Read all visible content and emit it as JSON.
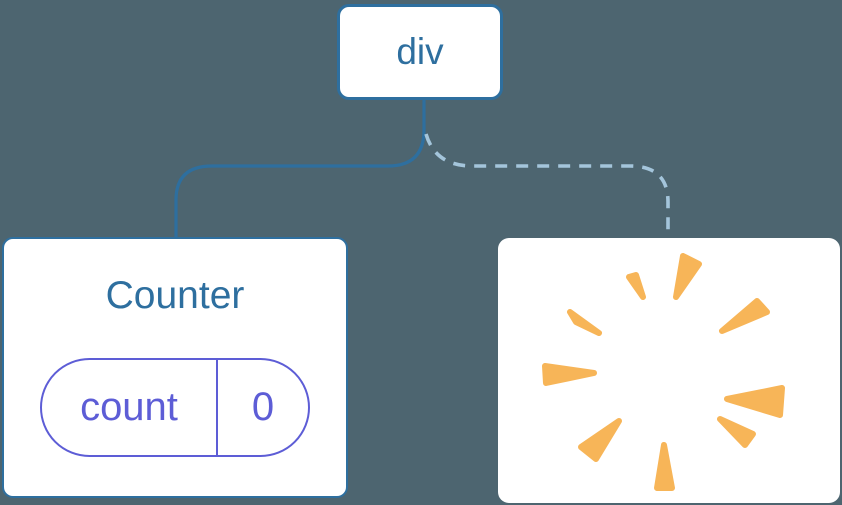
{
  "diagram": {
    "name": "component-tree",
    "background_color": "#4d6570",
    "colors": {
      "node_blue": "#2e6f9f",
      "state_purple": "#5d5dd6",
      "dashed_connector_blue": "#a4c5db",
      "poof_orange": "#f7b558",
      "card_background": "#ffffff"
    },
    "root": {
      "label": "div"
    },
    "children": [
      {
        "kind": "component",
        "label": "Counter",
        "connector": "solid",
        "state": {
          "key": "count",
          "value": "0"
        }
      },
      {
        "kind": "removed",
        "connector": "dashed",
        "icon": "poof-icon"
      }
    ]
  }
}
